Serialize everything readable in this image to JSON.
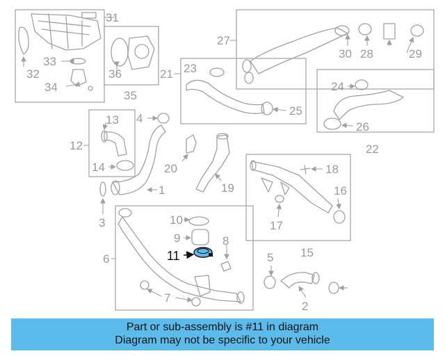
{
  "diagram": {
    "callouts": {
      "c1": "1",
      "c2": "2",
      "c3": "3",
      "c4": "4",
      "c5": "5",
      "c6": "6",
      "c7": "7",
      "c8": "8",
      "c9": "9",
      "c10": "10",
      "c11": "11",
      "c12": "12",
      "c13": "13",
      "c14": "14",
      "c15": "15",
      "c16": "16",
      "c17": "17",
      "c18": "18",
      "c19": "19",
      "c20": "20",
      "c21": "21",
      "c22": "22",
      "c23": "23",
      "c24": "24",
      "c25": "25",
      "c26": "26",
      "c27": "27",
      "c28": "28",
      "c29": "29",
      "c30": "30",
      "c31": "31",
      "c32": "32",
      "c33": "33",
      "c34": "34",
      "c35": "35",
      "c36": "36"
    },
    "highlighted_part": "11",
    "highlight_color": "#5bbcec"
  },
  "banner": {
    "line1": "Part or sub-assembly is #11 in diagram",
    "line2": "Diagram may not be specific to your vehicle",
    "background": "#5bbcec"
  }
}
